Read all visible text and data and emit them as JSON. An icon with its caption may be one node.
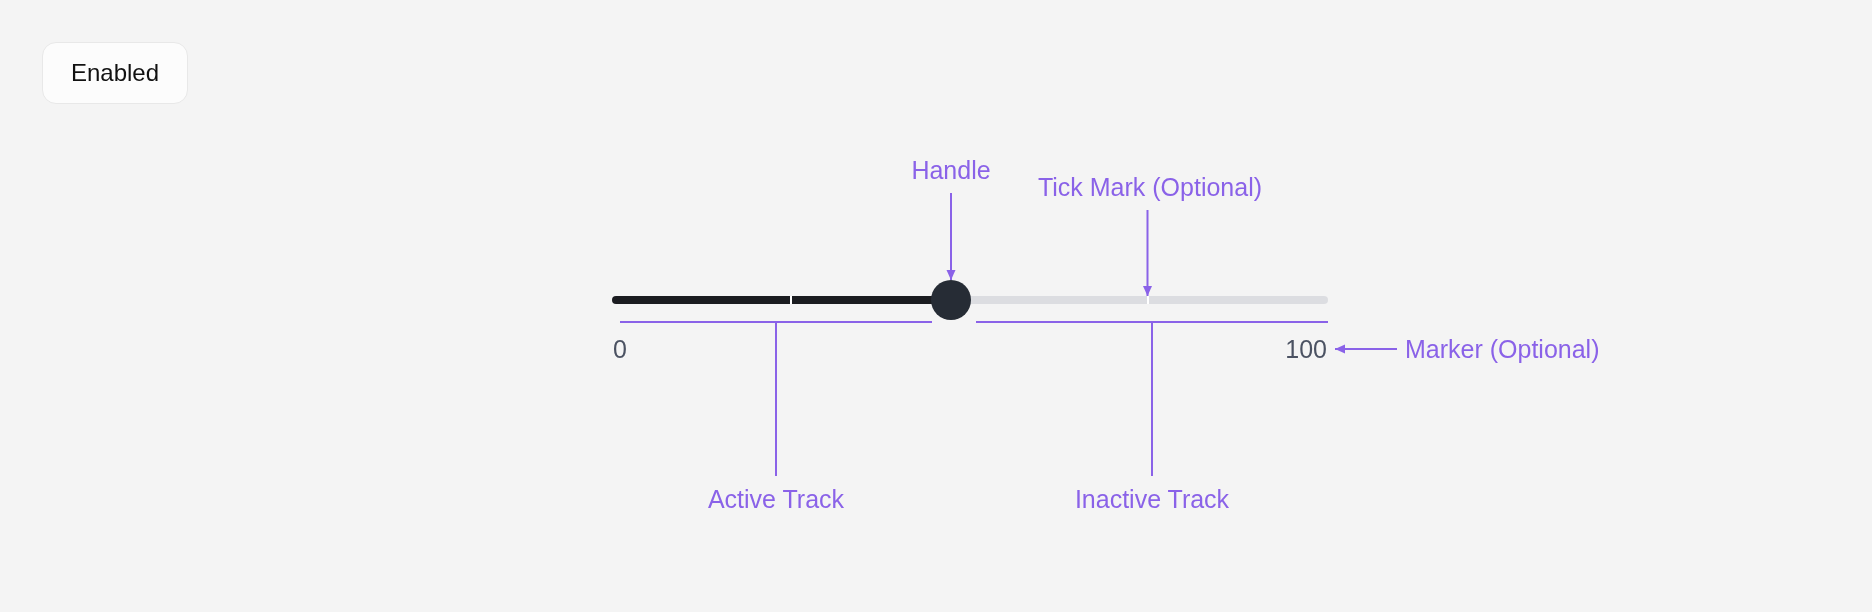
{
  "diagram": {
    "nodes": [
      {
        "text": [
          "Enabled"
        ]
      },
      {
        "text": [
          "Handle"
        ]
      },
      {
        "text": [
          "Tick Mark (Optional)"
        ]
      },
      {
        "text": [],
        "shape": "bar"
      },
      {
        "text": [],
        "shape": "circle"
      },
      {
        "text": [],
        "shape": "bar"
      },
      {
        "text": [],
        "shape": "bar",
        "in": 5
      },
      {
        "text": [
          "100"
        ]
      },
      {
        "text": [
          "Marker (Optional)"
        ]
      },
      {
        "text": [
          "Active Track"
        ]
      },
      {
        "text": [
          "Inactive Track"
        ]
      }
    ],
    "edges": [
      {
        "from": 1,
        "to": 4,
        "arrow": "to"
      },
      {
        "from": 2,
        "to": 6,
        "arrow": "to"
      },
      {
        "from": 8,
        "to": 7,
        "arrow": "to"
      },
      {
        "from": 9,
        "to": 3,
        "arrow": "none"
      },
      {
        "from": 10,
        "to": 5,
        "arrow": "none"
      }
    ],
    "labels": [
      "0"
    ]
  }
}
